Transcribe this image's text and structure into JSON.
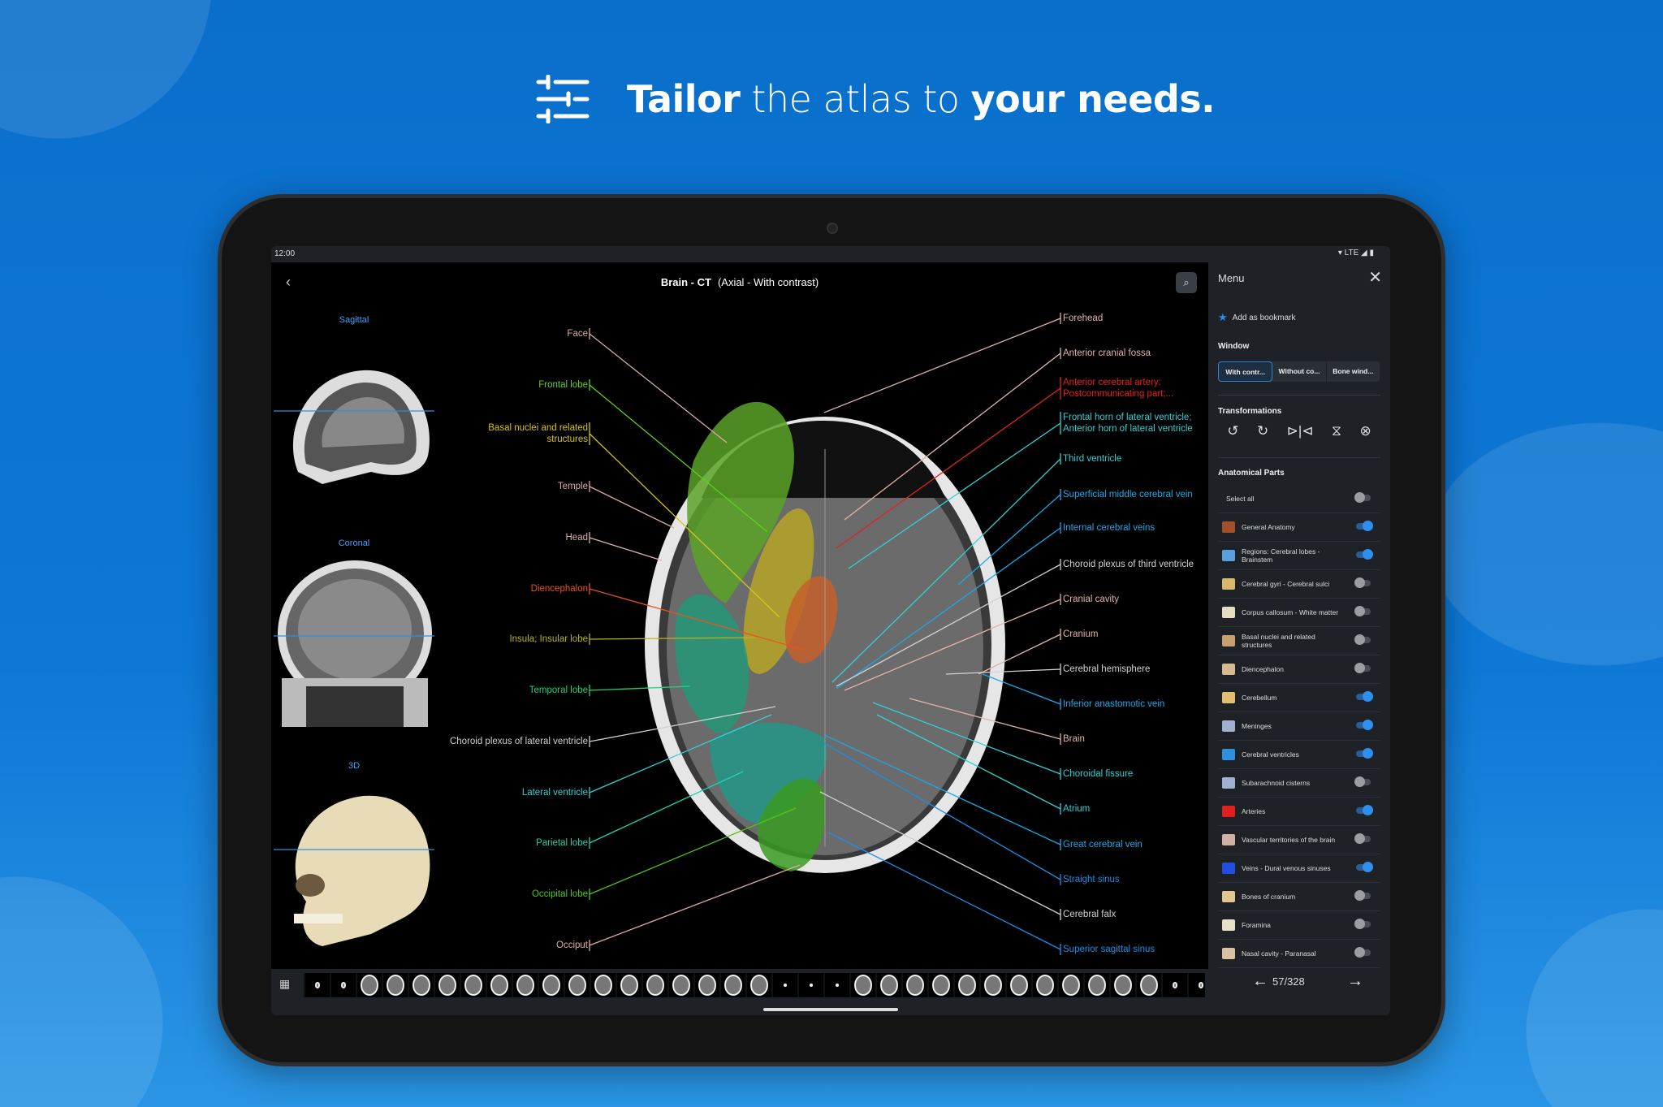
{
  "hero": {
    "icon": "sliders-icon",
    "bold1": "Tailor",
    "light": " the atlas to ",
    "bold2": "your needs."
  },
  "status": {
    "time": "12:00",
    "right": "▾ LTE ◢ ▮"
  },
  "header": {
    "title": "Brain - CT",
    "subtitle": "(Axial - With contrast)"
  },
  "planes": {
    "sagittal": "Sagittal",
    "coronal": "Coronal",
    "three_d": "3D"
  },
  "labels_left": [
    {
      "text": "Face",
      "color": "#dcaaa3"
    },
    {
      "text": "Frontal lobe",
      "color": "#5fd11a"
    },
    {
      "text": "Basal nuclei and related\nstructures",
      "color": "#d6c41c"
    },
    {
      "text": "Temple",
      "color": "#dcaaa3"
    },
    {
      "text": "Head",
      "color": "#dcb2b2"
    },
    {
      "text": "Diencephalon",
      "color": "#ea531f"
    },
    {
      "text": "Insula; Insular lobe",
      "color": "#b7b41b"
    },
    {
      "text": "Temporal lobe",
      "color": "#1fd37c"
    },
    {
      "text": "Choroid plexus of lateral ventricle",
      "color": "#d0d0d0"
    },
    {
      "text": "Lateral ventricle",
      "color": "#31d0d8"
    },
    {
      "text": "Parietal lobe",
      "color": "#21d2b2"
    },
    {
      "text": "Occipital lobe",
      "color": "#51c41b"
    },
    {
      "text": "Occiput",
      "color": "#e2aaa2"
    }
  ],
  "labels_right": [
    {
      "text": "Forehead",
      "color": "#e2b2aa"
    },
    {
      "text": "Anterior cranial fossa",
      "color": "#e2b2aa"
    },
    {
      "text": "Anterior cerebral artery:\nPostcommunicating part;...",
      "color": "#e2221c"
    },
    {
      "text": "Frontal horn of lateral ventricle;\nAnterior horn of lateral ventricle",
      "color": "#31d0d8"
    },
    {
      "text": "Third ventricle",
      "color": "#31d0d8"
    },
    {
      "text": "Superficial middle cerebral vein",
      "color": "#1aa9e9"
    },
    {
      "text": "Internal cerebral veins",
      "color": "#1aa9e9"
    },
    {
      "text": "Choroid plexus of third ventricle",
      "color": "#d2d2d2"
    },
    {
      "text": "Cranial cavity",
      "color": "#e2b2aa"
    },
    {
      "text": "Cranium",
      "color": "#e2b2aa"
    },
    {
      "text": "Cerebral hemisphere",
      "color": "#d2d2d2"
    },
    {
      "text": "Inferior anastomotic vein",
      "color": "#1aa9e9"
    },
    {
      "text": "Brain",
      "color": "#e2b2aa"
    },
    {
      "text": "Choroidal fissure",
      "color": "#31d0d8"
    },
    {
      "text": "Atrium",
      "color": "#31d0d8"
    },
    {
      "text": "Great cerebral vein",
      "color": "#1aa9e9"
    },
    {
      "text": "Straight sinus",
      "color": "#1a8fe9"
    },
    {
      "text": "Cerebral falx",
      "color": "#d2d2d2"
    },
    {
      "text": "Superior sagittal sinus",
      "color": "#1a8fe9"
    }
  ],
  "menu": {
    "title": "Menu",
    "bookmark": "Add as bookmark",
    "window_title": "Window",
    "window_options": [
      "With contr...",
      "Without co...",
      "Bone wind..."
    ],
    "window_selected": 0,
    "transformations_title": "Transformations",
    "transform_icons": [
      "rotate-left-icon",
      "rotate-right-icon",
      "flip-horizontal-icon",
      "flip-vertical-icon",
      "reset-icon"
    ],
    "parts_title": "Anatomical Parts",
    "select_all": {
      "label": "Select all",
      "on": false
    },
    "parts": [
      {
        "label": "General Anatomy",
        "on": true,
        "color": "#a0502a"
      },
      {
        "label": "Regions: Cerebral lobes - Brainstem",
        "on": true,
        "color": "#5aa0e0"
      },
      {
        "label": "Cerebral gyri - Cerebral sulci",
        "on": false,
        "color": "#d8b86a"
      },
      {
        "label": "Corpus callosum - White matter",
        "on": false,
        "color": "#e8dcc0"
      },
      {
        "label": "Basal nuclei and related structures",
        "on": false,
        "color": "#c8a070"
      },
      {
        "label": "Diencephalon",
        "on": false,
        "color": "#d8b890"
      },
      {
        "label": "Cerebellum",
        "on": true,
        "color": "#e0c070"
      },
      {
        "label": "Meninges",
        "on": true,
        "color": "#a0b0d0"
      },
      {
        "label": "Cerebral ventricles",
        "on": true,
        "color": "#3090e0"
      },
      {
        "label": "Subarachnoid cisterns",
        "on": false,
        "color": "#a0b0d0"
      },
      {
        "label": "Arteries",
        "on": true,
        "color": "#e02020"
      },
      {
        "label": "Vascular territories of the brain",
        "on": false,
        "color": "#d0b0a0"
      },
      {
        "label": "Veins - Dural venous sinuses",
        "on": true,
        "color": "#2050e0"
      },
      {
        "label": "Bones of cranium",
        "on": false,
        "color": "#e0c890"
      },
      {
        "label": "Foramina",
        "on": false,
        "color": "#e8e0c8"
      },
      {
        "label": "Nasal cavity - Paranasal",
        "on": false,
        "color": "#d8c0a0"
      }
    ]
  },
  "pager": {
    "current": 57,
    "total": 328,
    "text": "57/328"
  },
  "colors": {
    "accent": "#2e8fee",
    "panel": "#1e2227",
    "background": "#0a6fcb"
  }
}
